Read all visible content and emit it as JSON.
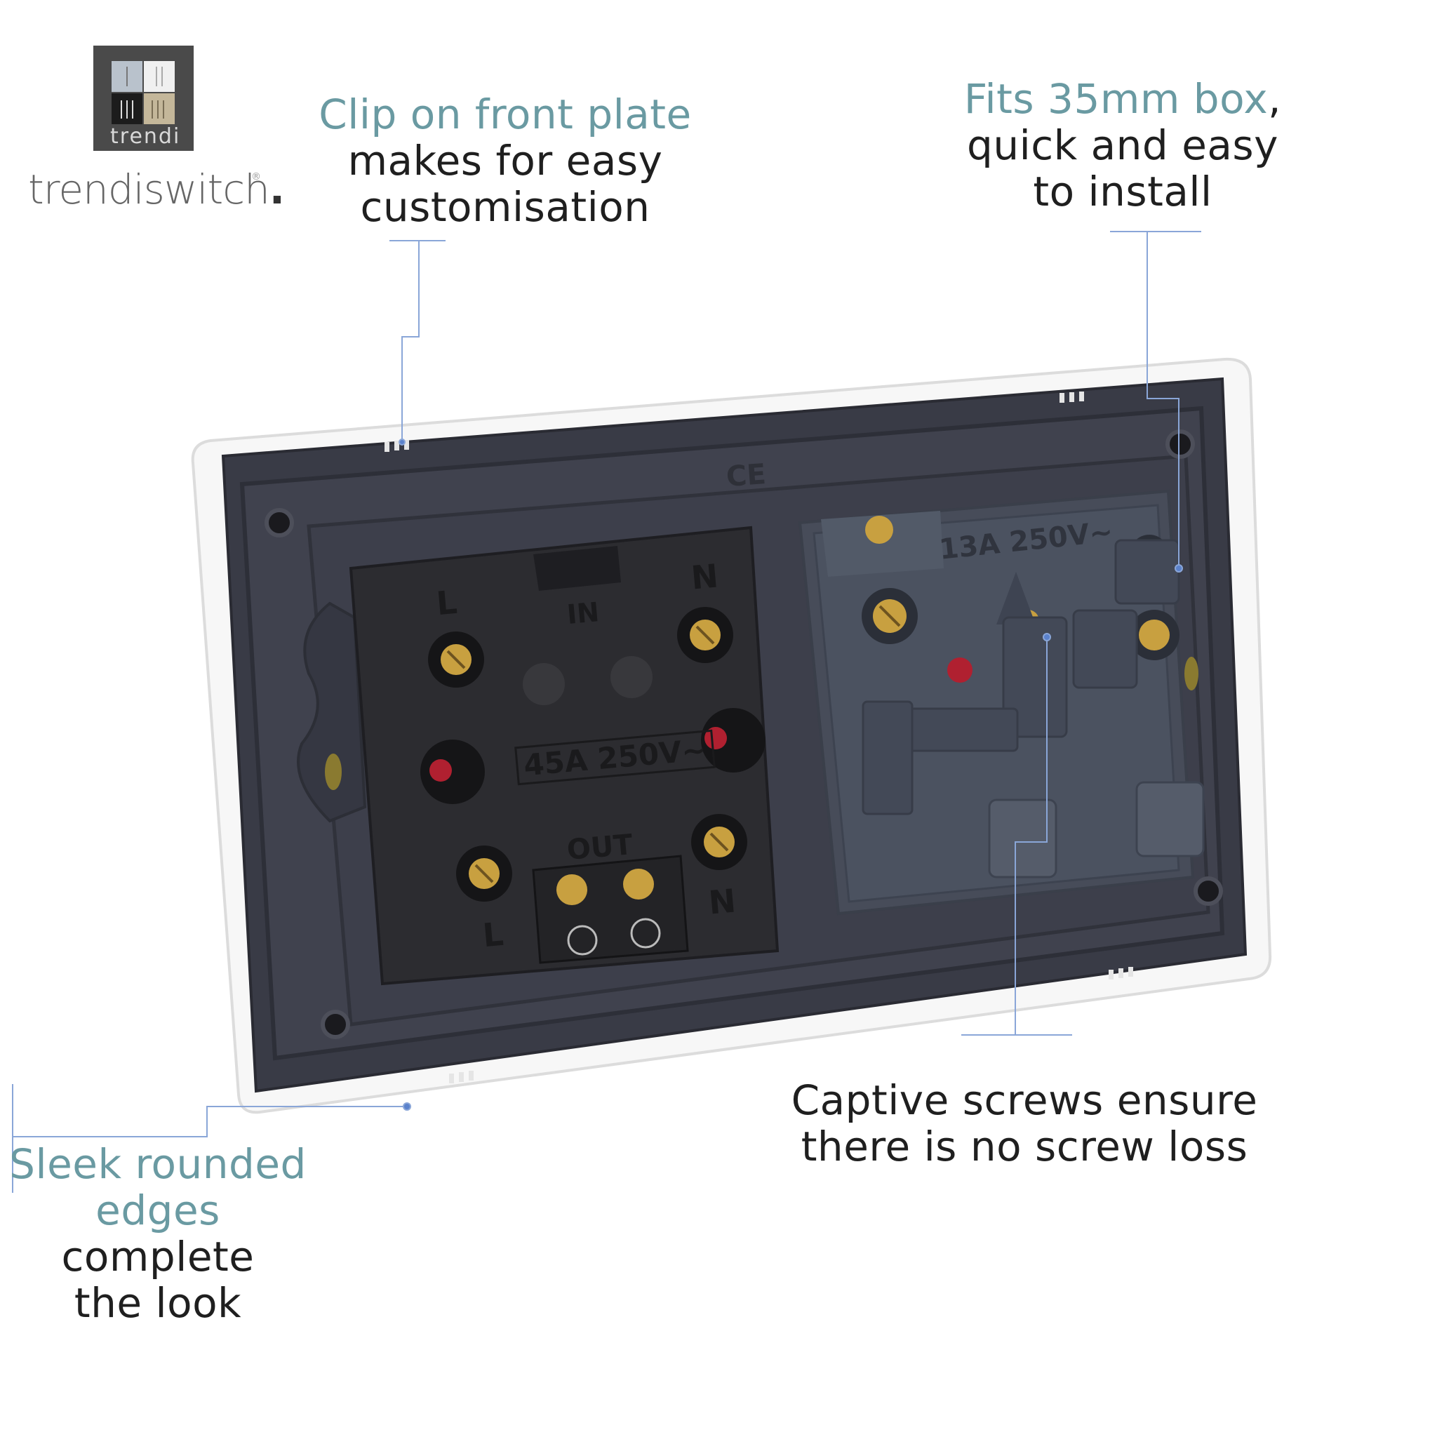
{
  "brand": {
    "logo_label": "trendi",
    "wordmark": "trendiswitch",
    "wordmark_dot": ".",
    "trademark": "®"
  },
  "callouts": {
    "clip": {
      "accent": "Clip on front plate",
      "line2": "makes for easy",
      "line3": "customisation"
    },
    "fits": {
      "accent": "Fits 35mm box",
      "comma": ",",
      "line2": "quick and easy",
      "line3": "to install"
    },
    "sleek": {
      "accent_1": "Sleek rounded",
      "accent_2": "edges",
      "rest_2": " complete",
      "line3": "the look"
    },
    "captive": {
      "line1": "Captive screws ensure",
      "line2": "there is no screw loss"
    }
  },
  "module_left": {
    "rating": "45A 250V~",
    "label_in": "IN",
    "label_out": "OUT",
    "label_l_top": "L",
    "label_n_top": "N",
    "label_l_bottom": "L",
    "label_n_bottom": "N"
  },
  "module_right": {
    "rating": "13A 250V~"
  },
  "marks": {
    "ce": "CE"
  },
  "colors": {
    "accent_text": "#6a9aa2",
    "leader_line": "#8aa6d8",
    "plate_dark": "#3b3d48",
    "module_black": "#2c2c30",
    "socket_grey": "#4b5260",
    "brass": "#c8a040",
    "terminal_red": "#b02030"
  }
}
